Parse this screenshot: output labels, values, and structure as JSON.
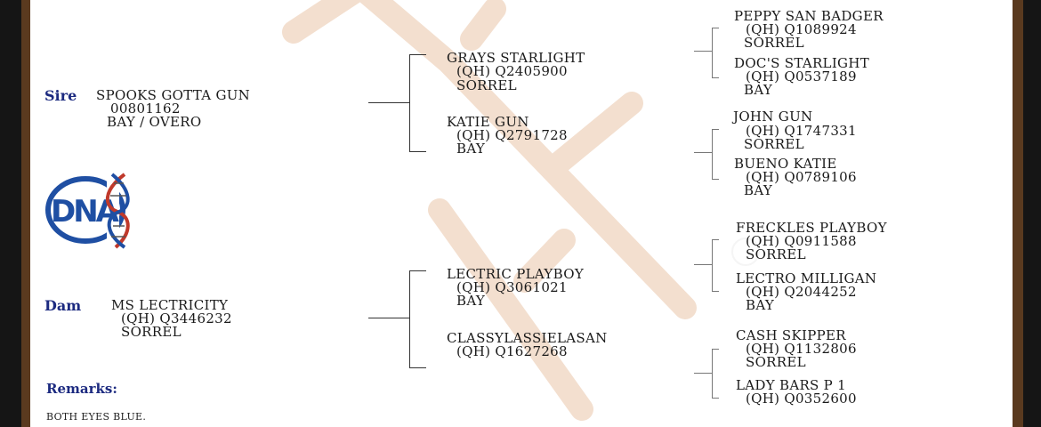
{
  "labels": {
    "sire": "Sire",
    "dam": "Dam",
    "remarks": "Remarks:"
  },
  "logo": {
    "text": "DNA",
    "icon": "dna-logo"
  },
  "sire": {
    "name": "SPOOKS GOTTA GUN",
    "reg": "00801162",
    "color": "BAY / OVERO"
  },
  "dam": {
    "name": "MS LECTRICITY",
    "reg": "(QH) Q3446232",
    "color": "SORREL"
  },
  "sire_sire": {
    "name": "GRAYS STARLIGHT",
    "reg": "(QH) Q2405900",
    "color": "SORREL"
  },
  "sire_dam": {
    "name": "KATIE GUN",
    "reg": "(QH) Q2791728",
    "color": "BAY"
  },
  "dam_sire": {
    "name": "LECTRIC PLAYBOY",
    "reg": "(QH) Q3061021",
    "color": "BAY"
  },
  "dam_dam": {
    "name": "CLASSYLASSIELASAN",
    "reg": "(QH) Q1627268"
  },
  "ggp": [
    {
      "name": "PEPPY SAN BADGER",
      "reg": "(QH) Q1089924",
      "color": "SORREL"
    },
    {
      "name": "DOC'S STARLIGHT",
      "reg": "(QH) Q0537189",
      "color": "BAY"
    },
    {
      "name": "JOHN GUN",
      "reg": "(QH) Q1747331",
      "color": "SORREL"
    },
    {
      "name": "BUENO KATIE",
      "reg": "(QH) Q0789106",
      "color": "BAY"
    },
    {
      "name": "FRECKLES PLAYBOY",
      "reg": "(QH) Q0911588",
      "color": "SORREL"
    },
    {
      "name": "LECTRO MILLIGAN",
      "reg": "(QH) Q2044252",
      "color": "BAY"
    },
    {
      "name": "CASH SKIPPER",
      "reg": "(QH) Q1132806",
      "color": "SORREL"
    },
    {
      "name": "LADY BARS P 1",
      "reg": "(QH) Q0352600"
    }
  ],
  "remarks_text": "BOTH EYES BLUE.",
  "colors": {
    "label": "#1c2a80",
    "watermark": "#f3dfcf",
    "frame": "#5a3a1f"
  }
}
